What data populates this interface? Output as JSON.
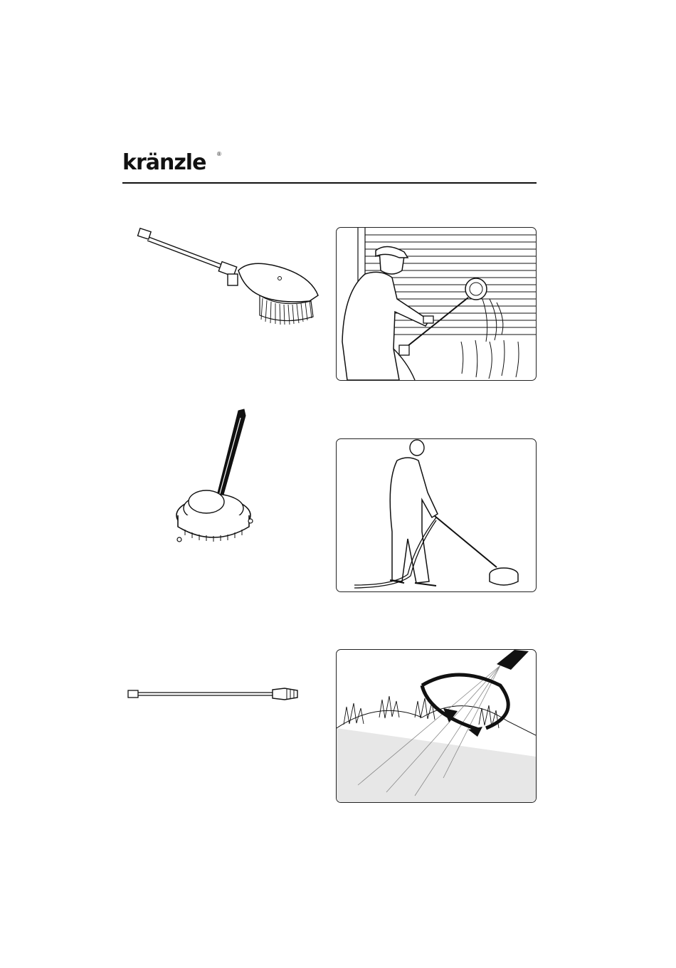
{
  "header": {
    "brand": "kränzle",
    "registered_mark": "®"
  },
  "sections": [
    {
      "product_icon": "rotating-brush-lance-icon",
      "scene_icon": "worker-brushing-shutter-scene"
    },
    {
      "product_icon": "surface-cleaner-lance-icon",
      "scene_icon": "worker-cleaning-ground-scene"
    },
    {
      "product_icon": "rotor-nozzle-lance-icon",
      "scene_icon": "rotating-jet-spray-scene"
    }
  ],
  "colors": {
    "line": "#111111",
    "ground": "#e7e7e7",
    "paper": "#ffffff"
  }
}
